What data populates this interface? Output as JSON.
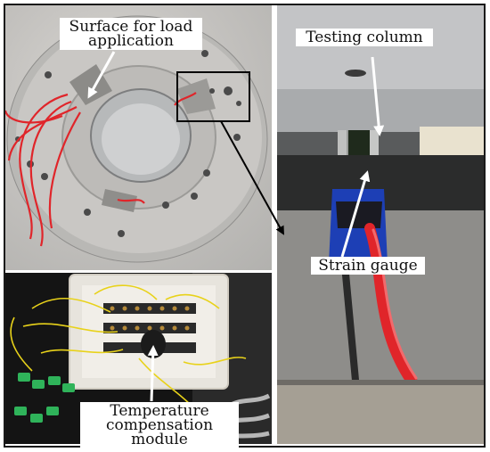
{
  "labels": {
    "surface_line1": "Surface for load",
    "surface_line2": "application",
    "testing_column": "Testing column",
    "strain_gauge": "Strain gauge",
    "temperature_line1": "Temperature",
    "temperature_line2": "compensation module"
  },
  "colors": {
    "aluminum": "#c9c7c4",
    "wire_red": "#e0252a",
    "wire_yellow": "#e8d21a",
    "tape_blue": "#1d3fb5",
    "connector_green": "#2fb35a",
    "background_dark": "#141414"
  }
}
